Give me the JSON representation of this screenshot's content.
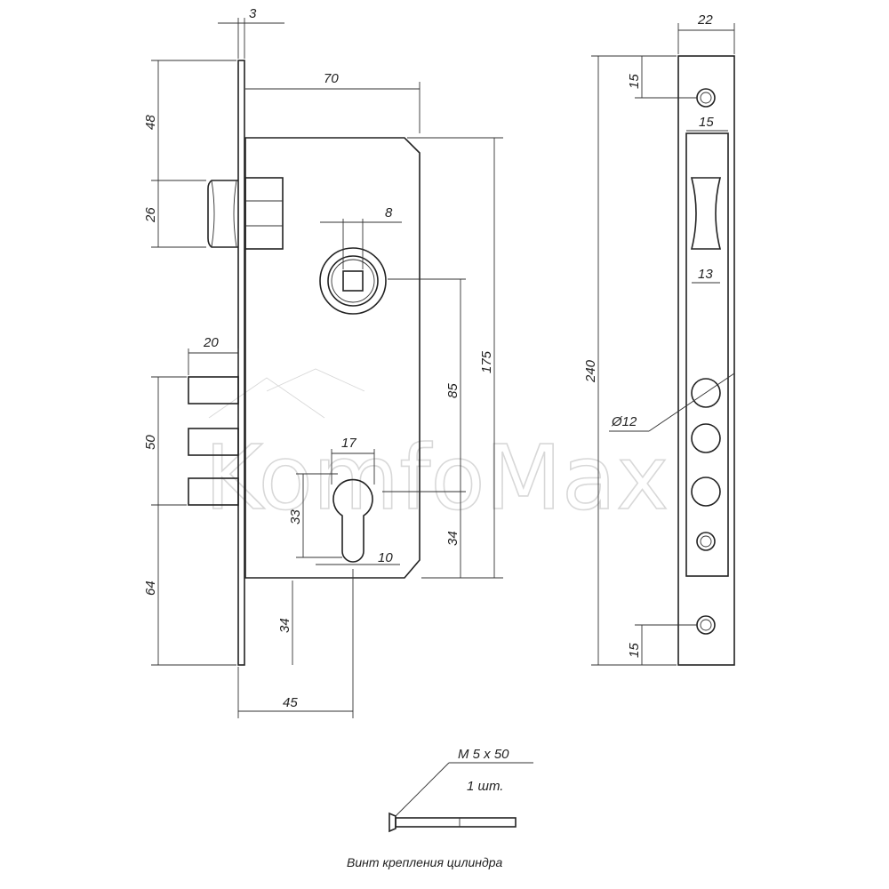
{
  "drawing": {
    "watermark": "KomfoMax",
    "dimensions": {
      "faceplate_thickness": "3",
      "body_width": "70",
      "top_offset": "48",
      "latch_height": "26",
      "spindle_square": "8",
      "backset_total": "175",
      "center_distance": "85",
      "bolt_throw": "20",
      "bolts_span": "50",
      "cylinder_width": "17",
      "cylinder_height": "33",
      "cylinder_to_bottom": "34",
      "cylinder_slot": "10",
      "bottom_offset": "64",
      "lower_offset": "34",
      "backset": "45",
      "strip_width": "22",
      "strip_top_hole": "15",
      "latch_window": "15",
      "latch_window_inner": "13",
      "strip_length": "240",
      "hole_diameter": "Ø12",
      "strip_bottom_hole": "15"
    },
    "screw": {
      "spec": "M 5  x 50",
      "qty": "1  шт.",
      "caption": "Винт крепления цилиндра"
    }
  }
}
